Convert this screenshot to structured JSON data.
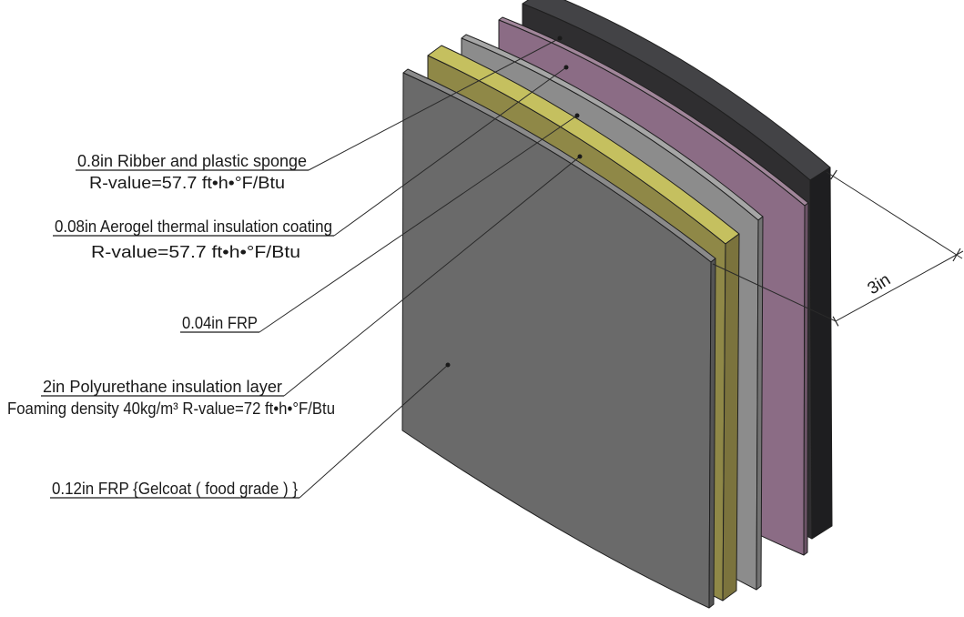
{
  "figure": {
    "background": "#ffffff",
    "line_color": "#2a2a2a",
    "text_color": "#1a1a1a"
  },
  "layers": [
    {
      "name": "rubber-plastic-sponge",
      "label": "0.8in Ribber and plastic sponge",
      "rvalue": "R-value=57.7 ft•h•°F/Btu",
      "face": "#2f2e30",
      "top": "#434346",
      "side": "#1e1e20"
    },
    {
      "name": "aerogel-coating",
      "label": "0.08in Aerogel thermal insulation coating",
      "rvalue": "R-value=57.7 ft•h•°F/Btu",
      "face": "#8b6c85",
      "top": "#a1869a",
      "side": "#6b5366"
    },
    {
      "name": "frp-thin",
      "label": "0.04in FRP",
      "face": "#8c8c8c",
      "top": "#a6a6a6",
      "side": "#737373"
    },
    {
      "name": "polyurethane",
      "label": "2in Polyurethane insulation layer",
      "note": "Foaming density 40kg/m³ R-value=72 ft•h•°F/Btu",
      "face": "#8f8847",
      "top": "#c5c05f",
      "side": "#7b733d"
    },
    {
      "name": "frp-gelcoat",
      "label": "0.12in FRP {Gelcoat ( food grade ) }",
      "face": "#6a6a6a",
      "top": "#8a8a8a",
      "side": "#555555"
    }
  ],
  "dimension": {
    "label": "3in"
  }
}
